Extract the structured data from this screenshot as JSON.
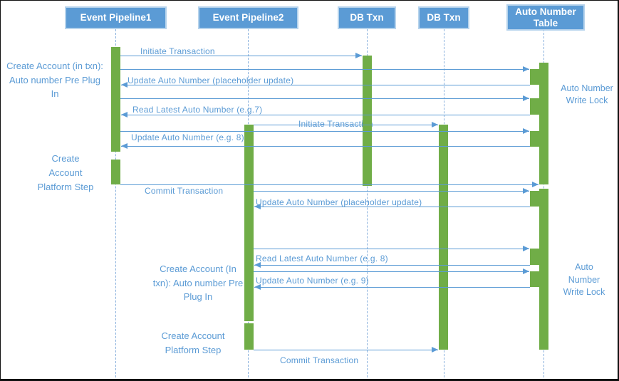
{
  "diagram": {
    "type": "sequence-diagram",
    "colors": {
      "activation_bar_green": "#70AD47",
      "accent_blue": "#5B9BD5",
      "header_text": "#FFFFFF"
    },
    "participants": [
      "Event Pipeline1",
      "Event Pipeline2",
      "DB Txn",
      "DB Txn",
      "Auto Number Table"
    ],
    "messages": {
      "initiate_txn_1": "Initiate Transaction",
      "update_placeholder_1": "Update Auto Number (placeholder update)",
      "read_latest_7": "Read Latest Auto Number (e.g.7)",
      "initiate_txn_2": "Initiate Transaction",
      "update_8_first": "Update Auto Number (e.g. 8)",
      "commit_txn_1": "Commit Transaction",
      "update_placeholder_2": "Update Auto Number (placeholder update)",
      "read_latest_8": "Read Latest Auto Number (e.g. 8)",
      "update_9": "Update Auto Number (e.g. 9)",
      "commit_txn_2": "Commit Transaction"
    },
    "annotations": {
      "pre_plugin_1": "Create Account (in txn): Auto number Pre Plug In",
      "platform_step_1": "Create Account Platform Step",
      "pre_plugin_2": "Create Account (In txn): Auto number Pre Plug In",
      "platform_step_2": "Create Account Platform Step",
      "write_lock_1": "Auto Number Write Lock",
      "write_lock_2": "Auto Number Write Lock"
    }
  }
}
